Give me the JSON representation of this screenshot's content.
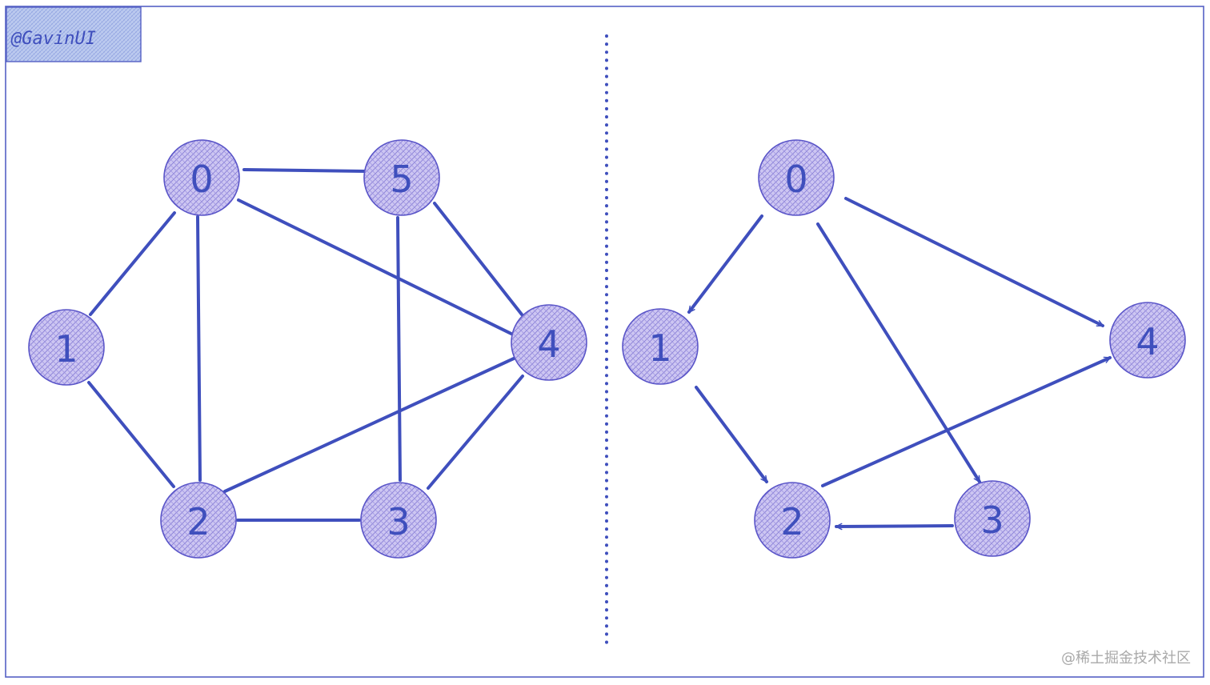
{
  "tag": {
    "text": "@GavinUI"
  },
  "watermark": {
    "text": "@稀土掘金技术社区"
  },
  "colors": {
    "stroke": "#3f4fbd",
    "node_fill": "#c9c3f0",
    "tag_fill": "#b9c8ee",
    "divider": "#3f4fbd"
  },
  "undirected_graph": {
    "nodes": [
      "0",
      "1",
      "2",
      "3",
      "4",
      "5"
    ],
    "edges": [
      [
        "0",
        "5"
      ],
      [
        "0",
        "1"
      ],
      [
        "0",
        "2"
      ],
      [
        "0",
        "4"
      ],
      [
        "1",
        "2"
      ],
      [
        "2",
        "3"
      ],
      [
        "2",
        "4"
      ],
      [
        "5",
        "3"
      ],
      [
        "5",
        "4"
      ],
      [
        "3",
        "4"
      ]
    ]
  },
  "directed_graph": {
    "nodes": [
      "0",
      "1",
      "2",
      "3",
      "4"
    ],
    "edges": [
      [
        "0",
        "1"
      ],
      [
        "0",
        "3"
      ],
      [
        "0",
        "4"
      ],
      [
        "1",
        "2"
      ],
      [
        "3",
        "2"
      ],
      [
        "2",
        "4"
      ]
    ]
  }
}
